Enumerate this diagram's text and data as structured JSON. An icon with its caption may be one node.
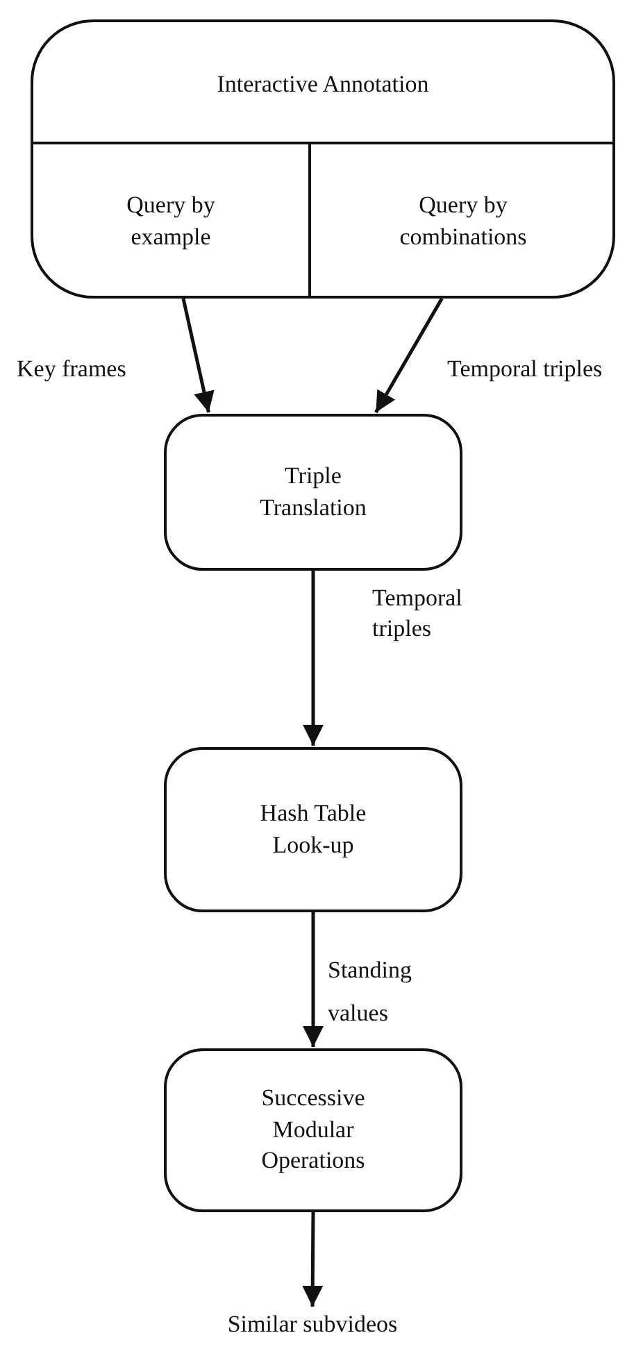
{
  "diagram": {
    "nodes": [
      {
        "text": [
          "Interactive Annotation"
        ]
      },
      {
        "text": [
          "Query by example"
        ],
        "in": 0
      },
      {
        "text": [
          "Query by combinations"
        ],
        "in": 0
      },
      {
        "text": [
          "Triple Translation"
        ]
      },
      {
        "text": [
          "Hash Table Look-up"
        ]
      },
      {
        "text": [
          "Successive Modular Operations"
        ]
      },
      {
        "text": [
          "Similar subvideos"
        ]
      }
    ],
    "edges": [
      {
        "from": 1,
        "to": 3,
        "arrow": "to",
        "label": "Key frames"
      },
      {
        "from": 2,
        "to": 3,
        "arrow": "to",
        "label": "Temporal triples"
      },
      {
        "from": 3,
        "to": 4,
        "arrow": "to",
        "label": "Temporal triples"
      },
      {
        "from": 4,
        "to": 5,
        "arrow": "to",
        "label": "Standing values"
      },
      {
        "from": 5,
        "to": 6,
        "arrow": "to"
      }
    ]
  }
}
